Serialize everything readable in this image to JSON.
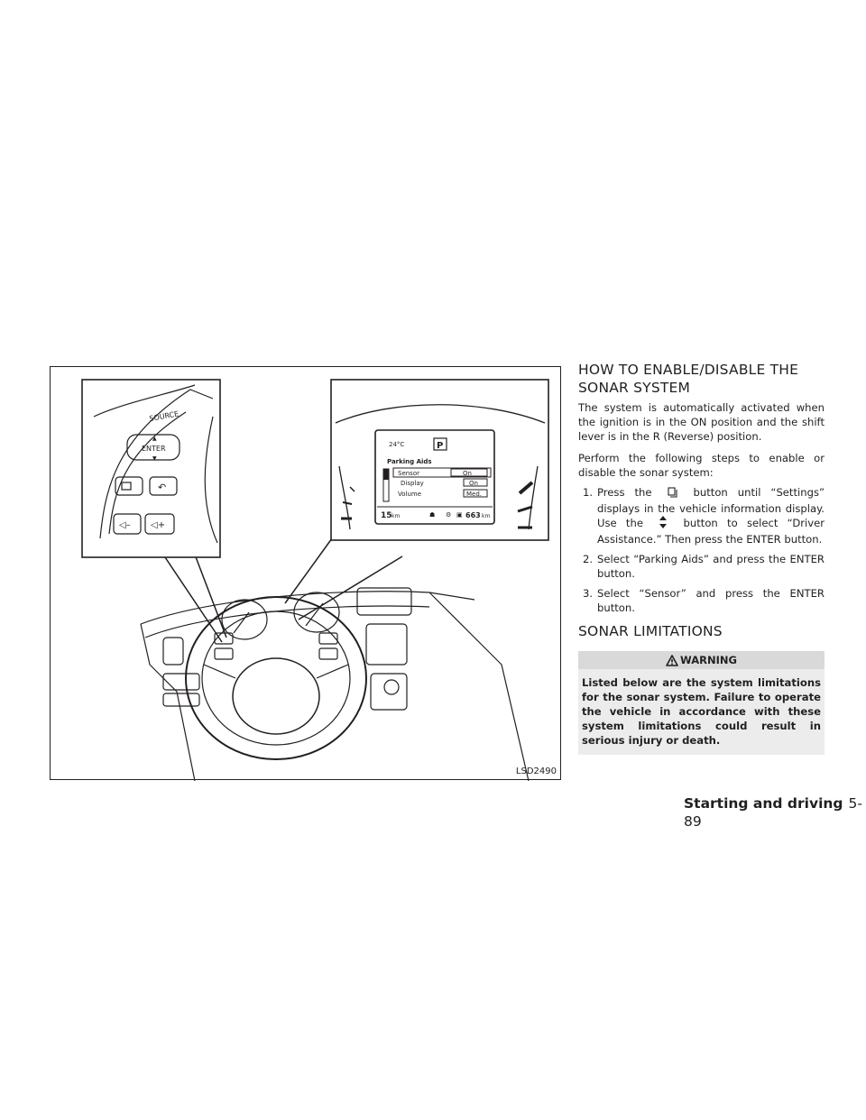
{
  "figure": {
    "code": "LSD2490",
    "switch_labels": {
      "source": "SOURCE",
      "enter": "ENTER"
    },
    "display": {
      "temp": "24°C",
      "gear": "P",
      "menu_title": "Parking Aids",
      "rows": [
        {
          "label": "Sensor",
          "value": "On"
        },
        {
          "label": "Display",
          "value": "On"
        },
        {
          "label": "Volume",
          "value": "Med."
        }
      ],
      "trip": "15",
      "trip_unit": "km",
      "range": "663",
      "range_unit": "km"
    }
  },
  "section1": {
    "title_line1": "HOW TO ENABLE/DISABLE THE",
    "title_line2": "SONAR SYSTEM",
    "intro": "The system is automatically activated when the ignition is in the ON position and the shift lever is in the R (Reverse) position.",
    "perform": "Perform the following steps to enable or disable the sonar system:",
    "steps": [
      {
        "num": "1.",
        "pre": "Press the",
        "mid": "button until “Settings” displays in the vehicle information display. Use the",
        "post": "button to select “Driver Assistance.” Then press the ENTER button."
      },
      {
        "num": "2.",
        "text": "Select “Parking Aids” and press the ENTER button."
      },
      {
        "num": "3.",
        "text": "Select “Sensor” and press the ENTER button."
      }
    ]
  },
  "section2": {
    "title": "SONAR LIMITATIONS",
    "warning_label": "WARNING",
    "warning_text": "Listed below are the system limitations for the sonar system. Failure to operate the vehicle in accordance with these system limitations could result in serious injury or death."
  },
  "footer": {
    "section": "Starting and driving",
    "page": "5-89"
  }
}
